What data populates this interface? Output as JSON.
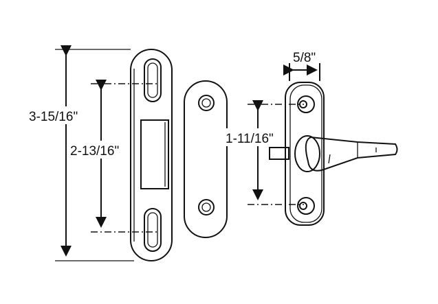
{
  "dimensions": {
    "overall_length": "3-15/16\"",
    "slot_spacing": "2-13/16\"",
    "hole_spacing": "1-11/16\"",
    "plate_width": "5/8\""
  }
}
